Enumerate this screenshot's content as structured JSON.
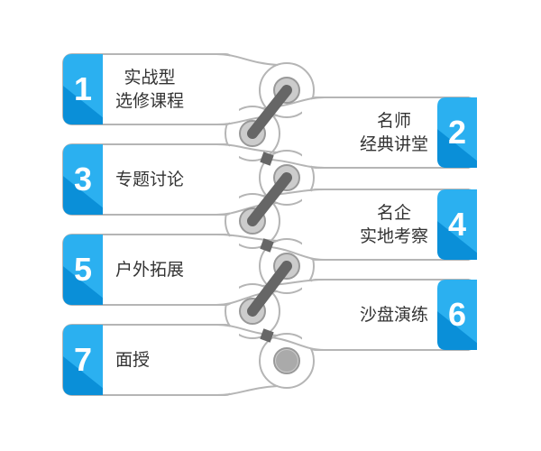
{
  "colors": {
    "badge": "#0a8fd8",
    "badge_light": "#2bb0f0",
    "outline": "#b5b5b5",
    "link": "#666666",
    "ring": "#999999"
  },
  "steps": [
    {
      "num": "1",
      "line1": "实战型",
      "line2": "选修课程"
    },
    {
      "num": "2",
      "line1": "名师",
      "line2": "经典讲堂"
    },
    {
      "num": "3",
      "line1": "专题讨论",
      "line2": ""
    },
    {
      "num": "4",
      "line1": "名企",
      "line2": "实地考察"
    },
    {
      "num": "5",
      "line1": "户外拓展",
      "line2": ""
    },
    {
      "num": "6",
      "line1": "沙盘演练",
      "line2": ""
    },
    {
      "num": "7",
      "line1": "面授",
      "line2": ""
    }
  ]
}
